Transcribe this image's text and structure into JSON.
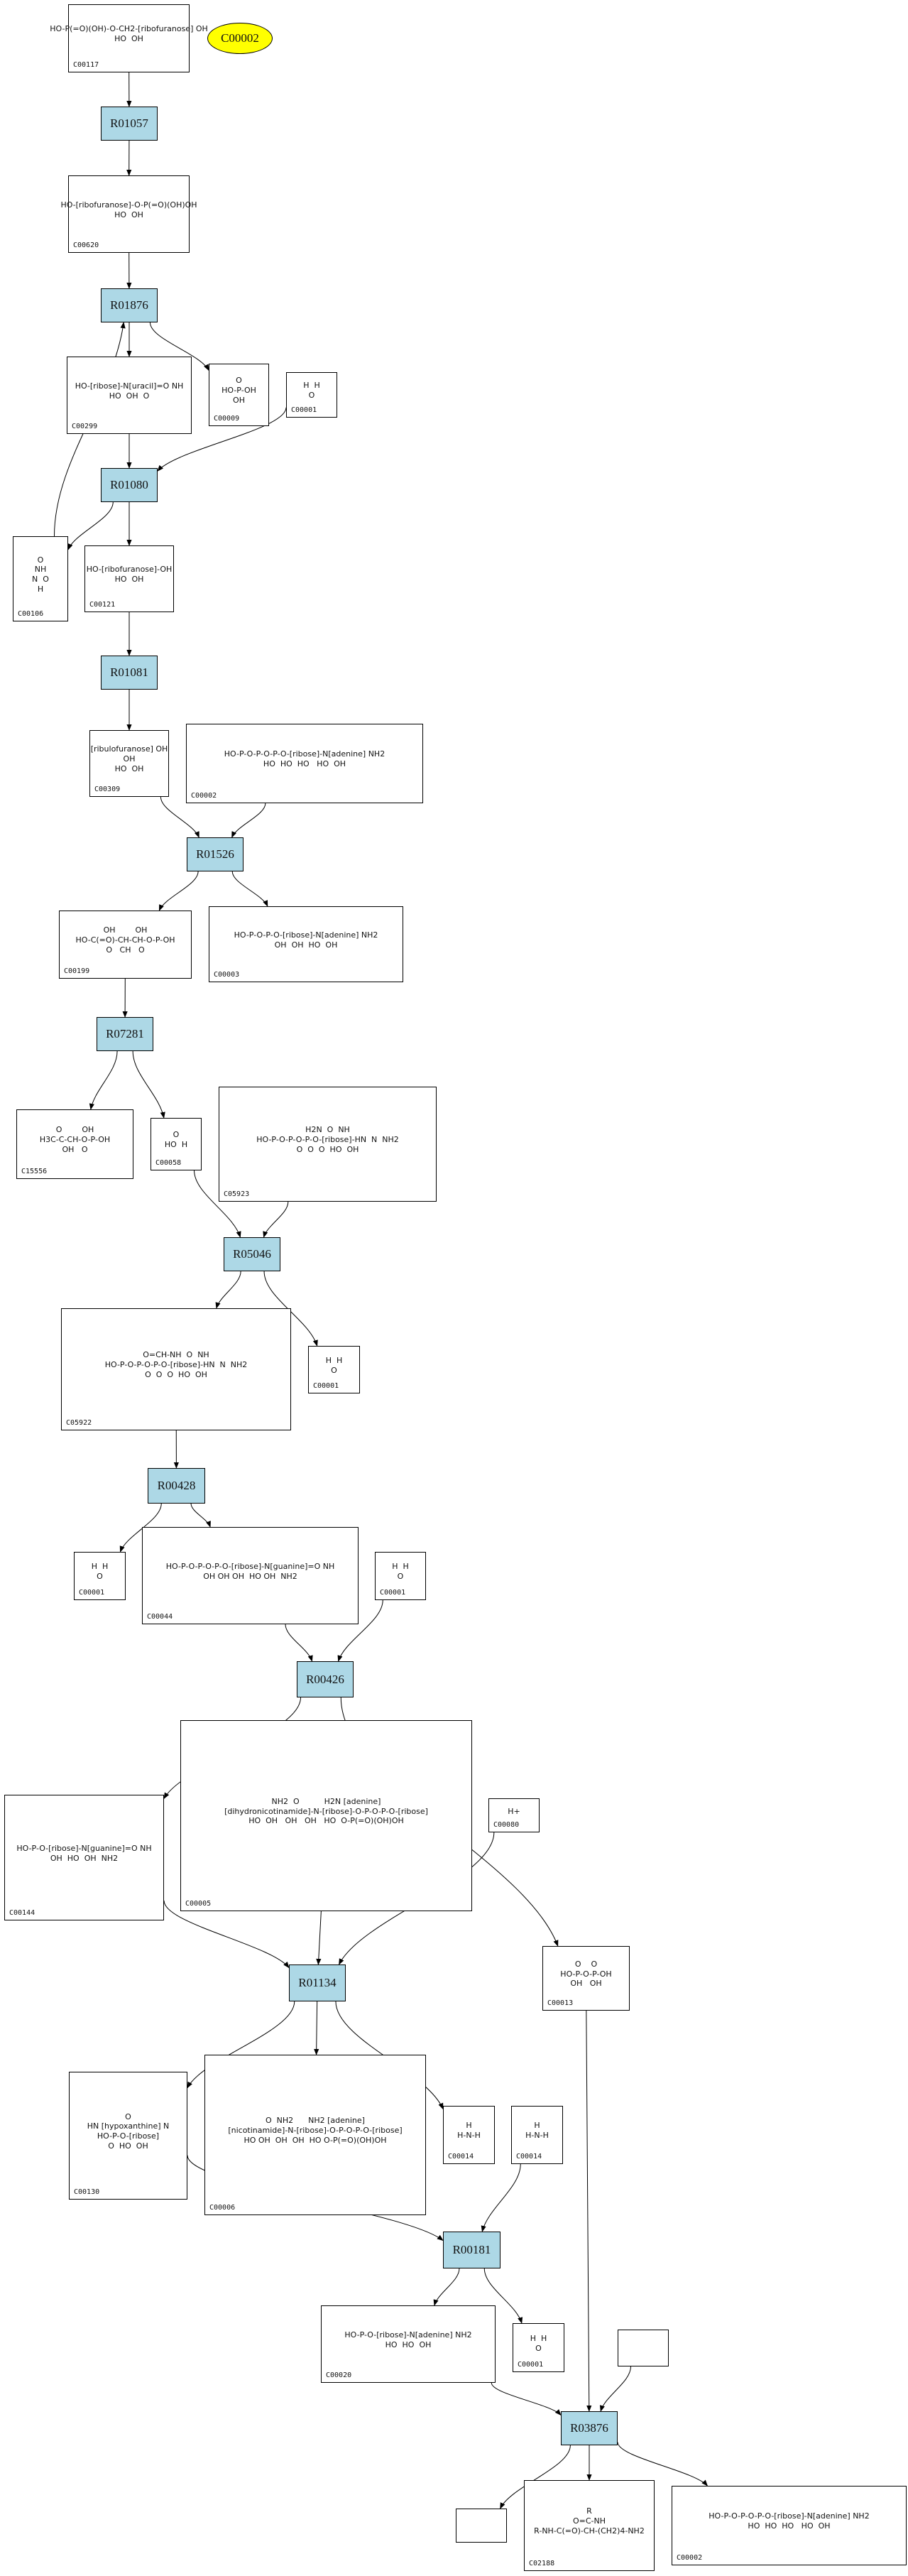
{
  "diagram": {
    "type": "metabolic-pathway-graph",
    "colors": {
      "reaction_fill": "#add8e6",
      "highlight_fill": "#ffff00",
      "compound_fill": "#ffffff",
      "stroke": "#000000"
    }
  },
  "highlight": {
    "id": "C00002",
    "label": "C00002"
  },
  "compounds": {
    "C00117": {
      "id": "C00117",
      "formula": "HO-P(=O)(OH)-O-CH2-[ribofuranose] OH\nHO  OH"
    },
    "C00620": {
      "id": "C00620",
      "formula": "HO-[ribofuranose]-O-P(=O)(OH)OH\nHO  OH"
    },
    "C00299": {
      "id": "C00299",
      "formula": "HO-[ribose]-N[uracil]=O NH\nHO  OH  O"
    },
    "C00009": {
      "id": "C00009",
      "formula": "O\nHO-P-OH\nOH"
    },
    "C00001a": {
      "id": "C00001",
      "formula": "H  H\nO"
    },
    "C00106": {
      "id": "C00106",
      "formula": "O\nNH\nN  O\nH"
    },
    "C00121": {
      "id": "C00121",
      "formula": "HO-[ribofuranose]-OH\nHO  OH"
    },
    "C00309": {
      "id": "C00309",
      "formula": "[ribulofuranose] OH\nOH\nHO  OH"
    },
    "C00002b": {
      "id": "C00002",
      "formula": "HO-P-O-P-O-P-O-[ribose]-N[adenine] NH2\nHO  HO  HO   HO  OH"
    },
    "C00199": {
      "id": "C00199",
      "formula": "OH        OH\nHO-C(=O)-CH-CH-O-P-OH\nO   CH   O"
    },
    "C00003": {
      "id": "C00003",
      "formula": "HO-P-O-P-O-[ribose]-N[adenine] NH2\nOH  OH  HO  OH"
    },
    "C15556": {
      "id": "C15556",
      "formula": "O        OH\nH3C-C-CH-O-P-OH\nOH   O"
    },
    "C00058": {
      "id": "C00058",
      "formula": "O\nHO  H"
    },
    "C05923": {
      "id": "C05923",
      "formula": "H2N  O  NH\nHO-P-O-P-O-P-O-[ribose]-HN  N  NH2\nO  O  O  HO  OH"
    },
    "C05922": {
      "id": "C05922",
      "formula": "O=CH-NH  O  NH\nHO-P-O-P-O-P-O-[ribose]-HN  N  NH2\nO  O  O  HO  OH"
    },
    "C00001b": {
      "id": "C00001",
      "formula": "H  H\nO"
    },
    "C00001c": {
      "id": "C00001",
      "formula": "H  H\nO"
    },
    "C00044": {
      "id": "C00044",
      "formula": "HO-P-O-P-O-P-O-[ribose]-N[guanine]=O NH\nOH OH OH  HO OH  NH2"
    },
    "C00001d": {
      "id": "C00001",
      "formula": "H  H\nO"
    },
    "C00144": {
      "id": "C00144",
      "formula": "HO-P-O-[ribose]-N[guanine]=O NH\nOH  HO  OH  NH2"
    },
    "C00005": {
      "id": "C00005",
      "formula": "NH2  O          H2N [adenine]\n[dihydronicotinamide]-N-[ribose]-O-P-O-P-O-[ribose]\nHO  OH   OH   OH   HO  O-P(=O)(OH)OH"
    },
    "C00080": {
      "id": "C00080",
      "formula": "H+"
    },
    "C00013": {
      "id": "C00013",
      "formula": "O    O\nHO-P-O-P-OH\nOH   OH"
    },
    "C00130": {
      "id": "C00130",
      "formula": "O\nHN [hypoxanthine] N\nHO-P-O-[ribose]\nO  HO  OH"
    },
    "C00006": {
      "id": "C00006",
      "formula": "O  NH2      NH2 [adenine]\n[nicotinamide]-N-[ribose]-O-P-O-P-O-[ribose]\nHO OH  OH  OH  HO O-P(=O)(OH)OH"
    },
    "C00014a": {
      "id": "C00014",
      "formula": "H\nH-N-H"
    },
    "C00014b": {
      "id": "C00014",
      "formula": "H\nH-N-H"
    },
    "C00020": {
      "id": "C00020",
      "formula": "HO-P-O-[ribose]-N[adenine] NH2\nHO  HO  OH"
    },
    "C00001e": {
      "id": "C00001",
      "formula": "H  H\nO"
    },
    "emptyA": {
      "id": "",
      "formula": ""
    },
    "emptyB": {
      "id": "",
      "formula": ""
    },
    "C02188": {
      "id": "C02188",
      "formula": "R\nO=C-NH\nR-NH-C(=O)-CH-(CH2)4-NH2"
    },
    "C00002c": {
      "id": "C00002",
      "formula": "HO-P-O-P-O-P-O-[ribose]-N[adenine] NH2\nHO  HO  HO   HO  OH"
    }
  },
  "reactions": {
    "R01057": {
      "label": "R01057"
    },
    "R01876": {
      "label": "R01876"
    },
    "R01080": {
      "label": "R01080"
    },
    "R01081": {
      "label": "R01081"
    },
    "R01526": {
      "label": "R01526"
    },
    "R07281": {
      "label": "R07281"
    },
    "R05046": {
      "label": "R05046"
    },
    "R00428": {
      "label": "R00428"
    },
    "R00426": {
      "label": "R00426"
    },
    "R01134": {
      "label": "R01134"
    },
    "R00181": {
      "label": "R00181"
    },
    "R03876": {
      "label": "R03876"
    }
  },
  "edges": [
    [
      "C00117",
      "R01057"
    ],
    [
      "R01057",
      "C00620"
    ],
    [
      "C00620",
      "R01876"
    ],
    [
      "R01876",
      "C00299"
    ],
    [
      "R01876",
      "C00009"
    ],
    [
      "C00106",
      "R01876"
    ],
    [
      "C00299",
      "R01080"
    ],
    [
      "C00001a",
      "R01080"
    ],
    [
      "R01080",
      "C00106"
    ],
    [
      "R01080",
      "C00121"
    ],
    [
      "C00121",
      "R01081"
    ],
    [
      "R01081",
      "C00309"
    ],
    [
      "C00309",
      "R01526"
    ],
    [
      "C00002b",
      "R01526"
    ],
    [
      "R01526",
      "C00199"
    ],
    [
      "R01526",
      "C00003"
    ],
    [
      "C00199",
      "R07281"
    ],
    [
      "R07281",
      "C15556"
    ],
    [
      "R07281",
      "C00058"
    ],
    [
      "C00058",
      "R05046"
    ],
    [
      "C05923",
      "R05046"
    ],
    [
      "R05046",
      "C05922"
    ],
    [
      "R05046",
      "C00001b"
    ],
    [
      "C05922",
      "R00428"
    ],
    [
      "R00428",
      "C00001c"
    ],
    [
      "R00428",
      "C00044"
    ],
    [
      "C00044",
      "R00426"
    ],
    [
      "C00001d",
      "R00426"
    ],
    [
      "R00426",
      "C00144"
    ],
    [
      "R00426",
      "C00013"
    ],
    [
      "C00144",
      "R01134"
    ],
    [
      "C00005",
      "R01134"
    ],
    [
      "C00080",
      "R01134"
    ],
    [
      "R01134",
      "C00130"
    ],
    [
      "R01134",
      "C00006"
    ],
    [
      "R01134",
      "C00014a"
    ],
    [
      "C00130",
      "R00181"
    ],
    [
      "C00014b",
      "R00181"
    ],
    [
      "R00181",
      "C00020"
    ],
    [
      "R00181",
      "C00001e"
    ],
    [
      "C00020",
      "R03876"
    ],
    [
      "C00013",
      "R03876"
    ],
    [
      "emptyA",
      "R03876"
    ],
    [
      "R03876",
      "emptyB"
    ],
    [
      "R03876",
      "C02188"
    ],
    [
      "R03876",
      "C00002c"
    ]
  ]
}
